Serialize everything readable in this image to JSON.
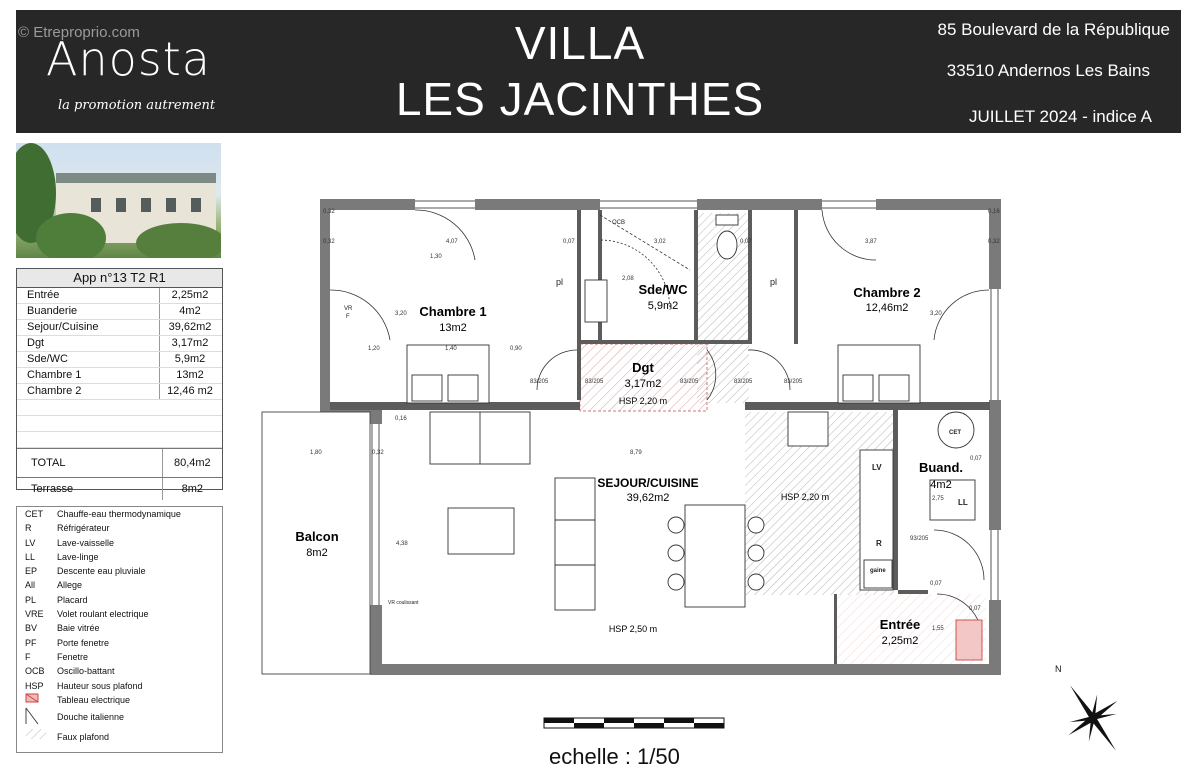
{
  "header": {
    "watermark": "© Etreproprio.com",
    "logo": "Anosta",
    "logo_tagline": "la promotion autrement",
    "title_line1": "VILLA",
    "title_line2": "LES  JACINTHES",
    "address_line1": "85 Boulevard de la République",
    "address_line2": "33510 Andernos Les Bains",
    "date_line": "JUILLET 2024 - indice A"
  },
  "surfaces": {
    "title": "App n°13 T2 R1",
    "rows": [
      {
        "name": "Entrée",
        "value": "2,25m2"
      },
      {
        "name": "Buanderie",
        "value": "4m2"
      },
      {
        "name": "Sejour/Cuisine",
        "value": "39,62m2"
      },
      {
        "name": "Dgt",
        "value": "3,17m2"
      },
      {
        "name": "Sde/WC",
        "value": "5,9m2"
      },
      {
        "name": "Chambre 1",
        "value": "13m2"
      },
      {
        "name": "Chambre 2",
        "value": "12,46 m2"
      }
    ],
    "total_label": "TOTAL",
    "total_value": "80,4m2",
    "terrace_label": "Terrasse",
    "terrace_value": "8m2"
  },
  "legend": [
    {
      "code": "CET",
      "desc": "Chauffe-eau thermodynamique"
    },
    {
      "code": "R",
      "desc": "Réfrigérateur"
    },
    {
      "code": "LV",
      "desc": "Lave-vaisselle"
    },
    {
      "code": "LL",
      "desc": "Lave-linge"
    },
    {
      "code": "EP",
      "desc": "Descente eau pluviale"
    },
    {
      "code": "All",
      "desc": "Allege"
    },
    {
      "code": "PL",
      "desc": "Placard"
    },
    {
      "code": "VRE",
      "desc": "Volet roulant electrique"
    },
    {
      "code": "BV",
      "desc": "Baie vitrée"
    },
    {
      "code": "PF",
      "desc": "Porte fenetre"
    },
    {
      "code": "F",
      "desc": "Fenetre"
    },
    {
      "code": "OCB",
      "desc": "Oscillo-battant"
    },
    {
      "code": "HSP",
      "desc": "Hauteur sous plafond"
    },
    {
      "code": "",
      "desc": "Tableau electrique"
    },
    {
      "code": "",
      "desc": "Douche italienne"
    },
    {
      "code": "",
      "desc": "Faux plafond"
    }
  ],
  "plan": {
    "rooms": {
      "chambre1": {
        "name": "Chambre 1",
        "area": "13m2"
      },
      "sdewc": {
        "name": "Sde/WC",
        "area": "5,9m2"
      },
      "chambre2": {
        "name": "Chambre 2",
        "area": "12,46m2"
      },
      "dgt": {
        "name": "Dgt",
        "area": "3,17m2",
        "hsp": "HSP 2,20 m"
      },
      "sejour": {
        "name": "SEJOUR/CUISINE",
        "area": "39,62m2",
        "hsp": "HSP 2,50 m"
      },
      "cuisine_hsp": "HSP 2,20 m",
      "buand": {
        "name": "Buand.",
        "area": "4m2"
      },
      "entree": {
        "name": "Entrée",
        "area": "2,25m2"
      },
      "balcon": {
        "name": "Balcon",
        "area": "8m2"
      }
    },
    "equipment": {
      "cet": "CET",
      "lv": "LV",
      "ll": "LL",
      "r": "R",
      "gaine": "gaine",
      "ocb": "OCB",
      "pl": "pl",
      "vr": "VR",
      "f": "F",
      "vr_coulissant": "VR coulissant"
    },
    "dimensions": [
      "4,07",
      "3,02",
      "3,87",
      "1,20",
      "1,40",
      "0,90",
      "8,79",
      "1,80",
      "4,38",
      "0,32",
      "0,32",
      "0,07",
      "0,07",
      "0,16",
      "1,30",
      "3,20",
      "3,20",
      "2,75",
      "2,08",
      "0,07",
      "0,07",
      "1,55",
      "0,32",
      "83/205",
      "83/205",
      "83/205",
      "83/205",
      "83/205",
      "93/205",
      "0,07",
      "0,32",
      "0,16"
    ]
  },
  "scale": {
    "label": "echelle : 1/50"
  },
  "compass": {
    "north": "N"
  }
}
